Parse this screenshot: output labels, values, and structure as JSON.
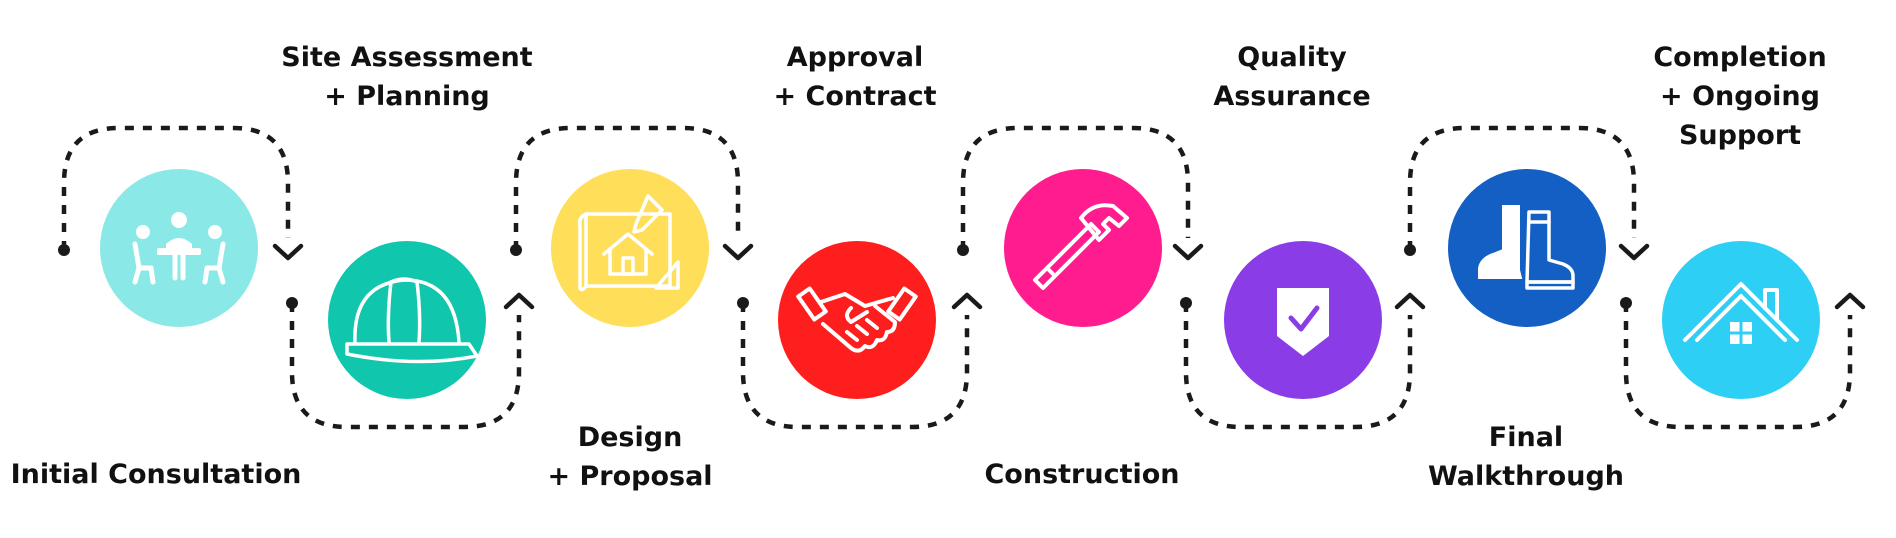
{
  "steps": [
    {
      "label": "Initial Consultation",
      "color": "#8AE8E6",
      "icon": "meeting-people-icon"
    },
    {
      "label": "Site Assessment\n+ Planning",
      "color": "#10C7AE",
      "icon": "hard-hat-icon"
    },
    {
      "label": "Design\n+ Proposal",
      "color": "#FFDE59",
      "icon": "house-blueprint-icon"
    },
    {
      "label": "Approval\n+ Contract",
      "color": "#FF1E1E",
      "icon": "handshake-icon"
    },
    {
      "label": "Construction",
      "color": "#FF1C8E",
      "icon": "hammer-icon"
    },
    {
      "label": "Quality\nAssurance",
      "color": "#8A3DE6",
      "icon": "shield-check-icon"
    },
    {
      "label": "Final\nWalkthrough",
      "color": "#135FC4",
      "icon": "rubber-boots-icon"
    },
    {
      "label": "Completion\n+ Ongoing\nSupport",
      "color": "#2ECFF5",
      "icon": "house-roof-icon"
    }
  ],
  "connector_color": "#1A1A1A"
}
